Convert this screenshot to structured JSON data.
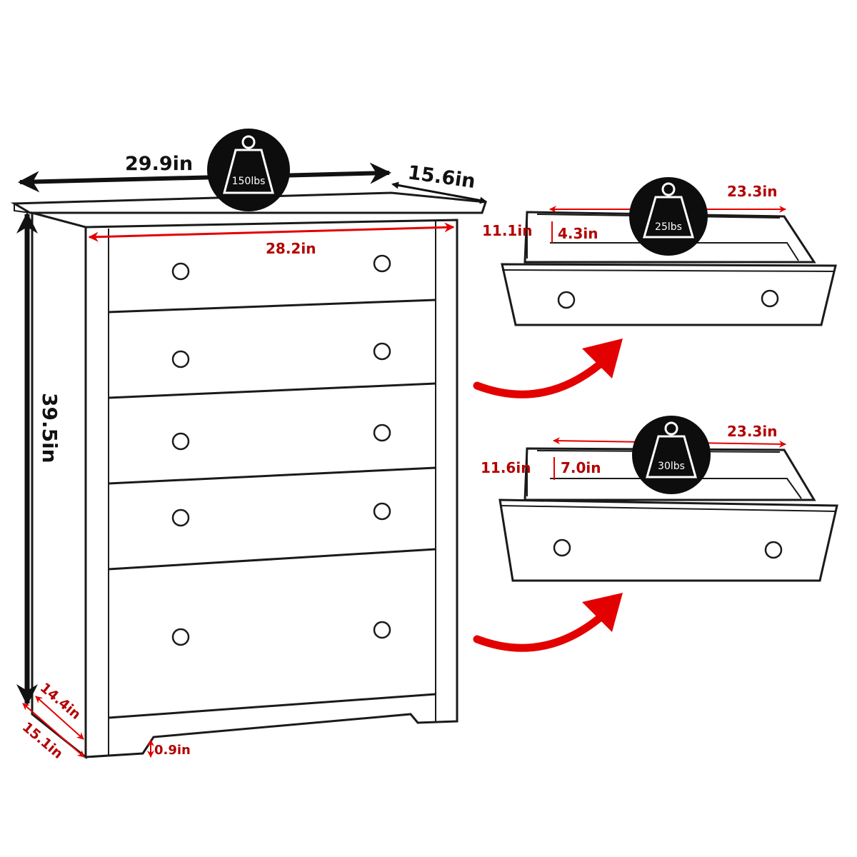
{
  "dresser": {
    "overall_width": "29.9in",
    "top_depth": "15.6in",
    "inner_width": "28.2in",
    "height": "39.5in",
    "base_depth": "14.4in",
    "side_depth": "15.1in",
    "base_clearance": "0.9in",
    "top_weight_capacity": "150lbs"
  },
  "drawer_upper": {
    "width": "23.3in",
    "depth": "11.1in",
    "height": "4.3in",
    "weight_capacity": "25lbs"
  },
  "drawer_lower": {
    "width": "23.3in",
    "depth": "11.6in",
    "height": "7.0in",
    "weight_capacity": "30lbs"
  },
  "colors": {
    "line": "#1a1a1a",
    "red_arrow": "#e30000",
    "red_text": "#b30000",
    "badge": "#0d0d0d"
  }
}
